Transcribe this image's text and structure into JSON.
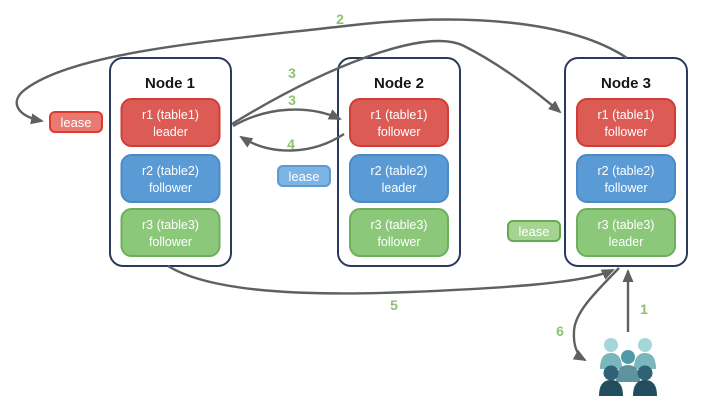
{
  "diagram": {
    "description": "Three-node cluster diagram with table replicas, leaders, followers, leases and numbered request-flow arrows"
  },
  "nodes": [
    {
      "title": "Node 1",
      "replicas": [
        {
          "name": "r1 (table1)",
          "role": "leader",
          "color": "red"
        },
        {
          "name": "r2 (table2)",
          "role": "follower",
          "color": "blue"
        },
        {
          "name": "r3 (table3)",
          "role": "follower",
          "color": "green"
        }
      ]
    },
    {
      "title": "Node 2",
      "replicas": [
        {
          "name": "r1 (table1)",
          "role": "follower",
          "color": "red"
        },
        {
          "name": "r2 (table2)",
          "role": "leader",
          "color": "blue"
        },
        {
          "name": "r3 (table3)",
          "role": "follower",
          "color": "green"
        }
      ]
    },
    {
      "title": "Node 3",
      "replicas": [
        {
          "name": "r1 (table1)",
          "role": "follower",
          "color": "red"
        },
        {
          "name": "r2 (table2)",
          "role": "follower",
          "color": "blue"
        },
        {
          "name": "r3 (table3)",
          "role": "leader",
          "color": "green"
        }
      ]
    }
  ],
  "leases": [
    {
      "label": "lease",
      "color": "red"
    },
    {
      "label": "lease",
      "color": "blue"
    },
    {
      "label": "lease",
      "color": "green"
    }
  ],
  "steps": {
    "step1": "1",
    "step2": "2",
    "step3a": "3",
    "step3b": "3",
    "step4": "4",
    "step5": "5",
    "step6": "6"
  },
  "icons": {
    "users": "users-icon"
  },
  "colors": {
    "node_border": "#2b3a5c",
    "replica_red_fill": "#dd5b55",
    "replica_red_border": "#ce3e37",
    "replica_blue_fill": "#5b9bd5",
    "replica_blue_border": "#4a8bc7",
    "replica_green_fill": "#8cc87a",
    "replica_green_border": "#6fae5f",
    "lease_red_fill": "#e97a72",
    "lease_red_border": "#de3a2f",
    "lease_blue_fill": "#7db2e2",
    "lease_blue_border": "#5b9bd5",
    "lease_green_fill": "#a4d392",
    "lease_green_border": "#67ab51",
    "arrow": "#5f6062",
    "step_label": "#8cc172",
    "users_light_head": "#a5d6d8",
    "users_light_body": "#79b7bc",
    "users_mid_head": "#4e9aa6",
    "users_mid_body": "#5d929e",
    "users_dark_head": "#2e6274",
    "users_dark_body": "#224d5d"
  }
}
